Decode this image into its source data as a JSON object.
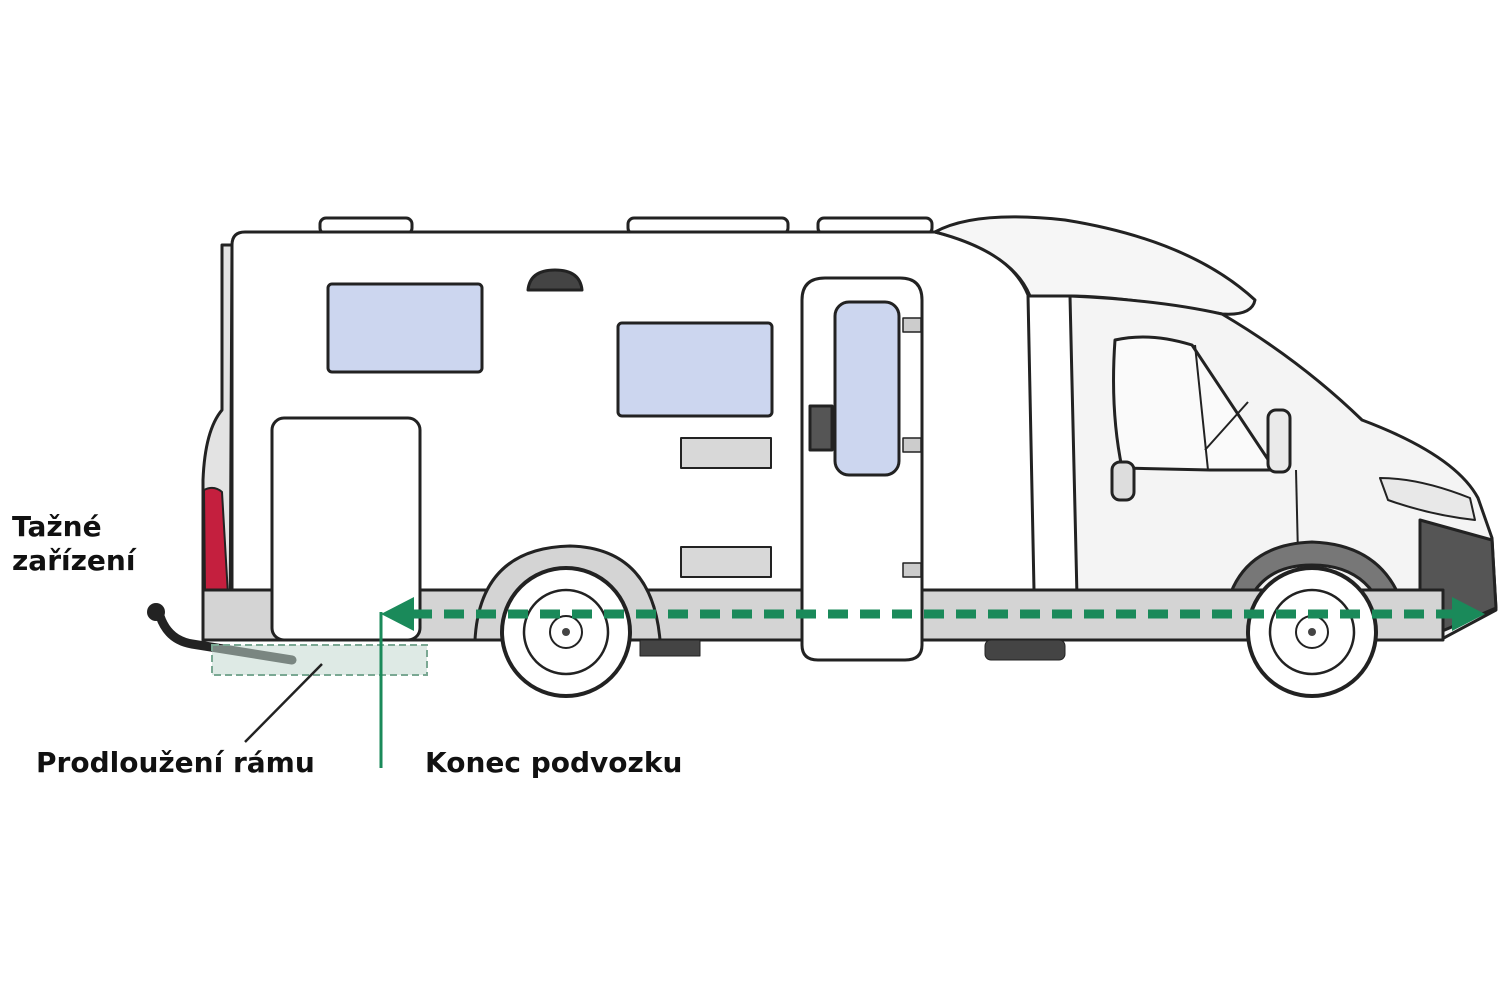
{
  "labels": {
    "tow_hitch_line1": "Tažné",
    "tow_hitch_line2": "zařízení",
    "frame_extension": "Prodloužení rámu",
    "chassis_end": "Konec podvozku"
  },
  "colors": {
    "measure_green": "#1a8a5a",
    "window_blue": "#ccd6ef",
    "frame_gray": "#d4d4d4",
    "outline": "#222222",
    "tail_light": "#c41f3e"
  },
  "icons": {
    "measure_arrow": "double-headed-dashed-arrow",
    "vehicle": "motorhome-side-view"
  }
}
